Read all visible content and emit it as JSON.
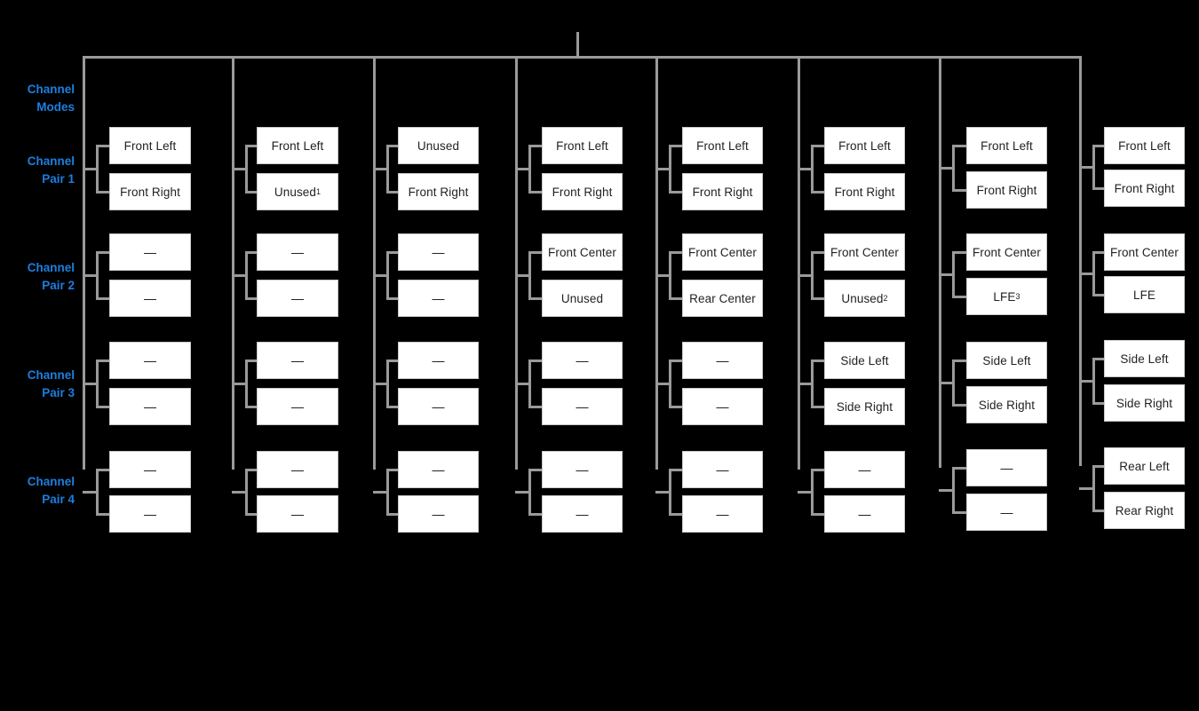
{
  "diagram": {
    "title": "Channel Modes",
    "root_label": "Channel Modes",
    "accent_color": "#1b7fe0",
    "wire_color": "#9a9a9a",
    "box_fill": "#ffffff",
    "background": "#000000",
    "empty_symbol": "—"
  },
  "row_labels": [
    {
      "line1": "Channel",
      "line2": "Modes"
    },
    {
      "line1": "Channel",
      "line2": "Pair 1"
    },
    {
      "line1": "Channel",
      "line2": "Pair 2"
    },
    {
      "line1": "Channel",
      "line2": "Pair 3"
    },
    {
      "line1": "Channel",
      "line2": "Pair 4"
    }
  ],
  "columns": [
    {
      "index": 1,
      "pairs": [
        {
          "pair": 1,
          "a": {
            "text": "Front Left",
            "sup": ""
          },
          "b": {
            "text": "Front Right",
            "sup": ""
          }
        },
        {
          "pair": 2,
          "a": {
            "text": "—",
            "sup": ""
          },
          "b": {
            "text": "—",
            "sup": ""
          }
        },
        {
          "pair": 3,
          "a": {
            "text": "—",
            "sup": ""
          },
          "b": {
            "text": "—",
            "sup": ""
          }
        },
        {
          "pair": 4,
          "a": {
            "text": "—",
            "sup": ""
          },
          "b": {
            "text": "—",
            "sup": ""
          }
        }
      ]
    },
    {
      "index": 2,
      "pairs": [
        {
          "pair": 1,
          "a": {
            "text": "Front Left",
            "sup": ""
          },
          "b": {
            "text": "Unused",
            "sup": "1"
          }
        },
        {
          "pair": 2,
          "a": {
            "text": "—",
            "sup": ""
          },
          "b": {
            "text": "—",
            "sup": ""
          }
        },
        {
          "pair": 3,
          "a": {
            "text": "—",
            "sup": ""
          },
          "b": {
            "text": "—",
            "sup": ""
          }
        },
        {
          "pair": 4,
          "a": {
            "text": "—",
            "sup": ""
          },
          "b": {
            "text": "—",
            "sup": ""
          }
        }
      ]
    },
    {
      "index": 3,
      "pairs": [
        {
          "pair": 1,
          "a": {
            "text": "Unused",
            "sup": ""
          },
          "b": {
            "text": "Front Right",
            "sup": ""
          }
        },
        {
          "pair": 2,
          "a": {
            "text": "—",
            "sup": ""
          },
          "b": {
            "text": "—",
            "sup": ""
          }
        },
        {
          "pair": 3,
          "a": {
            "text": "—",
            "sup": ""
          },
          "b": {
            "text": "—",
            "sup": ""
          }
        },
        {
          "pair": 4,
          "a": {
            "text": "—",
            "sup": ""
          },
          "b": {
            "text": "—",
            "sup": ""
          }
        }
      ]
    },
    {
      "index": 4,
      "pairs": [
        {
          "pair": 1,
          "a": {
            "text": "Front Left",
            "sup": ""
          },
          "b": {
            "text": "Front Right",
            "sup": ""
          }
        },
        {
          "pair": 2,
          "a": {
            "text": "Front Center",
            "sup": ""
          },
          "b": {
            "text": "Unused",
            "sup": ""
          }
        },
        {
          "pair": 3,
          "a": {
            "text": "—",
            "sup": ""
          },
          "b": {
            "text": "—",
            "sup": ""
          }
        },
        {
          "pair": 4,
          "a": {
            "text": "—",
            "sup": ""
          },
          "b": {
            "text": "—",
            "sup": ""
          }
        }
      ]
    },
    {
      "index": 5,
      "pairs": [
        {
          "pair": 1,
          "a": {
            "text": "Front Left",
            "sup": ""
          },
          "b": {
            "text": "Front Right",
            "sup": ""
          }
        },
        {
          "pair": 2,
          "a": {
            "text": "Front Center",
            "sup": ""
          },
          "b": {
            "text": "Rear Center",
            "sup": ""
          }
        },
        {
          "pair": 3,
          "a": {
            "text": "—",
            "sup": ""
          },
          "b": {
            "text": "—",
            "sup": ""
          }
        },
        {
          "pair": 4,
          "a": {
            "text": "—",
            "sup": ""
          },
          "b": {
            "text": "—",
            "sup": ""
          }
        }
      ]
    },
    {
      "index": 6,
      "pairs": [
        {
          "pair": 1,
          "a": {
            "text": "Front Left",
            "sup": ""
          },
          "b": {
            "text": "Front Right",
            "sup": ""
          }
        },
        {
          "pair": 2,
          "a": {
            "text": "Front Center",
            "sup": ""
          },
          "b": {
            "text": "Unused",
            "sup": "2"
          }
        },
        {
          "pair": 3,
          "a": {
            "text": "Side Left",
            "sup": ""
          },
          "b": {
            "text": "Side Right",
            "sup": ""
          }
        },
        {
          "pair": 4,
          "a": {
            "text": "—",
            "sup": ""
          },
          "b": {
            "text": "—",
            "sup": ""
          }
        }
      ]
    },
    {
      "index": 7,
      "pairs": [
        {
          "pair": 1,
          "a": {
            "text": "Front Left",
            "sup": ""
          },
          "b": {
            "text": "Front Right",
            "sup": ""
          }
        },
        {
          "pair": 2,
          "a": {
            "text": "Front Center",
            "sup": ""
          },
          "b": {
            "text": "LFE",
            "sup": "3"
          }
        },
        {
          "pair": 3,
          "a": {
            "text": "Side Left",
            "sup": ""
          },
          "b": {
            "text": "Side Right",
            "sup": ""
          }
        },
        {
          "pair": 4,
          "a": {
            "text": "—",
            "sup": ""
          },
          "b": {
            "text": "—",
            "sup": ""
          }
        }
      ]
    },
    {
      "index": 8,
      "pairs": [
        {
          "pair": 1,
          "a": {
            "text": "Front Left",
            "sup": ""
          },
          "b": {
            "text": "Front Right",
            "sup": ""
          }
        },
        {
          "pair": 2,
          "a": {
            "text": "Front Center",
            "sup": ""
          },
          "b": {
            "text": "LFE",
            "sup": ""
          }
        },
        {
          "pair": 3,
          "a": {
            "text": "Side Left",
            "sup": ""
          },
          "b": {
            "text": "Side Right",
            "sup": ""
          }
        },
        {
          "pair": 4,
          "a": {
            "text": "Rear Left",
            "sup": ""
          },
          "b": {
            "text": "Rear Right",
            "sup": ""
          }
        }
      ]
    }
  ]
}
